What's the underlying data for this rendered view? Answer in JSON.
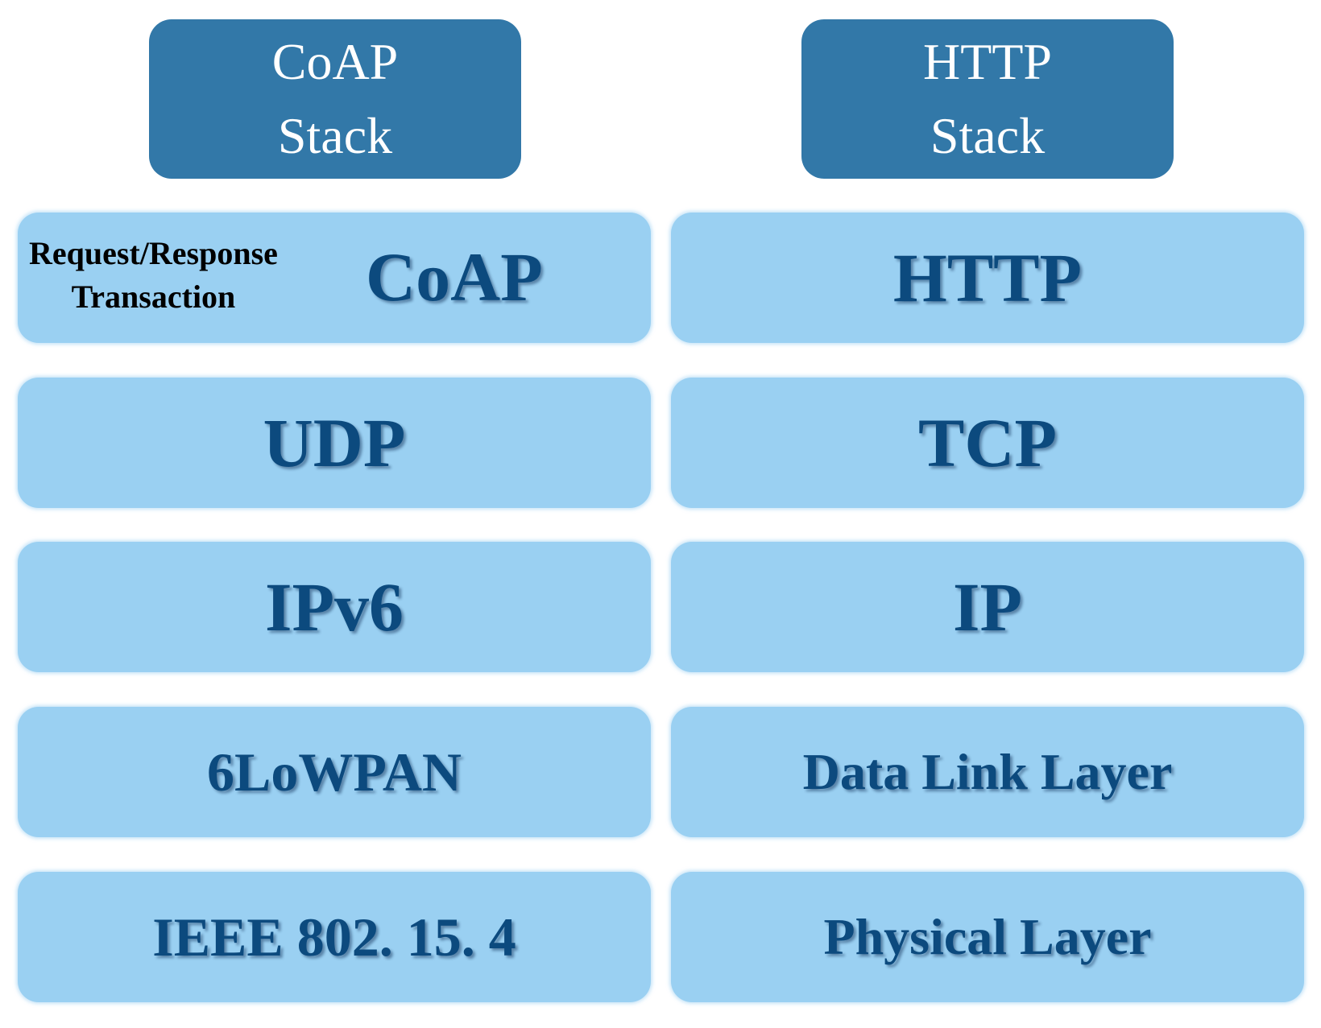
{
  "headers": {
    "coap": {
      "line1": "CoAP",
      "line2": "Stack"
    },
    "http": {
      "line1": "HTTP",
      "line2": "Stack"
    }
  },
  "coap_stack": {
    "application": {
      "label": "CoAP",
      "note_line1": "Request/Response",
      "note_line2": "Transaction"
    },
    "transport": "UDP",
    "network": "IPv6",
    "adaptation": "6LoWPAN",
    "physical": "IEEE 802. 15. 4"
  },
  "http_stack": {
    "application": "HTTP",
    "transport": "TCP",
    "network": "IP",
    "datalink": "Data Link Layer",
    "physical": "Physical Layer"
  },
  "colors": {
    "header_fill": "#3278a8",
    "layer_fill": "#9ad0f2",
    "layer_text": "#0c4a7e"
  }
}
